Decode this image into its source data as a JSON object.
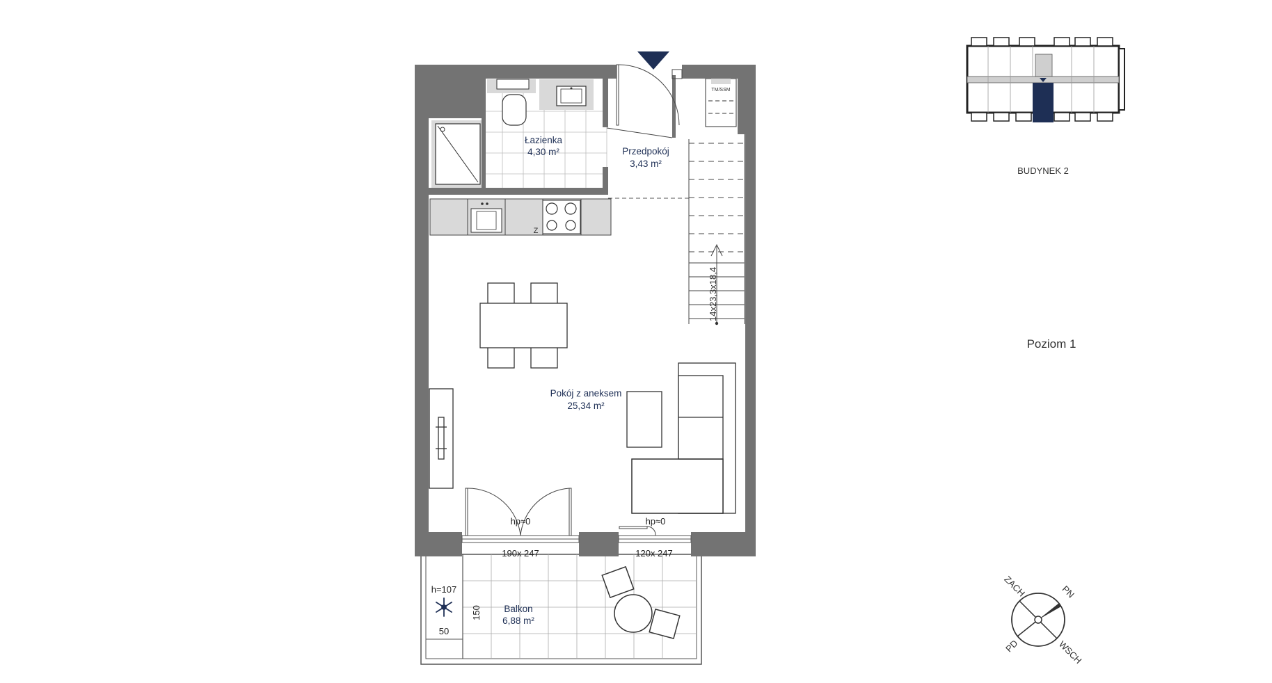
{
  "rooms": {
    "lazienka": {
      "name": "Łazienka",
      "area": "4,30 m²"
    },
    "przedpokoj": {
      "name": "Przedpokój",
      "area": "3,43 m²"
    },
    "pokoj": {
      "name": "Pokój z aneksem",
      "area": "25,34 m²"
    },
    "balkon": {
      "name": "Balkon",
      "area": "6,88 m²"
    }
  },
  "labels": {
    "stairs": "14x23,3x18,4",
    "appliance_tag": "TM/SSM",
    "kitchen_letter": "Z",
    "threshold_left": "hp≈0",
    "threshold_right": "hp≈0",
    "window_left": "190x 247",
    "window_right": "120x 247",
    "balustrade_height": "h=107",
    "balcony_width": "50",
    "balcony_depth": "150"
  },
  "sidebar": {
    "building": "BUDYNEK 2",
    "level": "Poziom 1"
  },
  "compass": {
    "nw": "ZACH",
    "ne": "PN",
    "sw": "PD",
    "se": "WSCH"
  },
  "colors": {
    "accent": "#1e2f55",
    "wall": "#737373",
    "fixture": "#d9d9d9"
  }
}
